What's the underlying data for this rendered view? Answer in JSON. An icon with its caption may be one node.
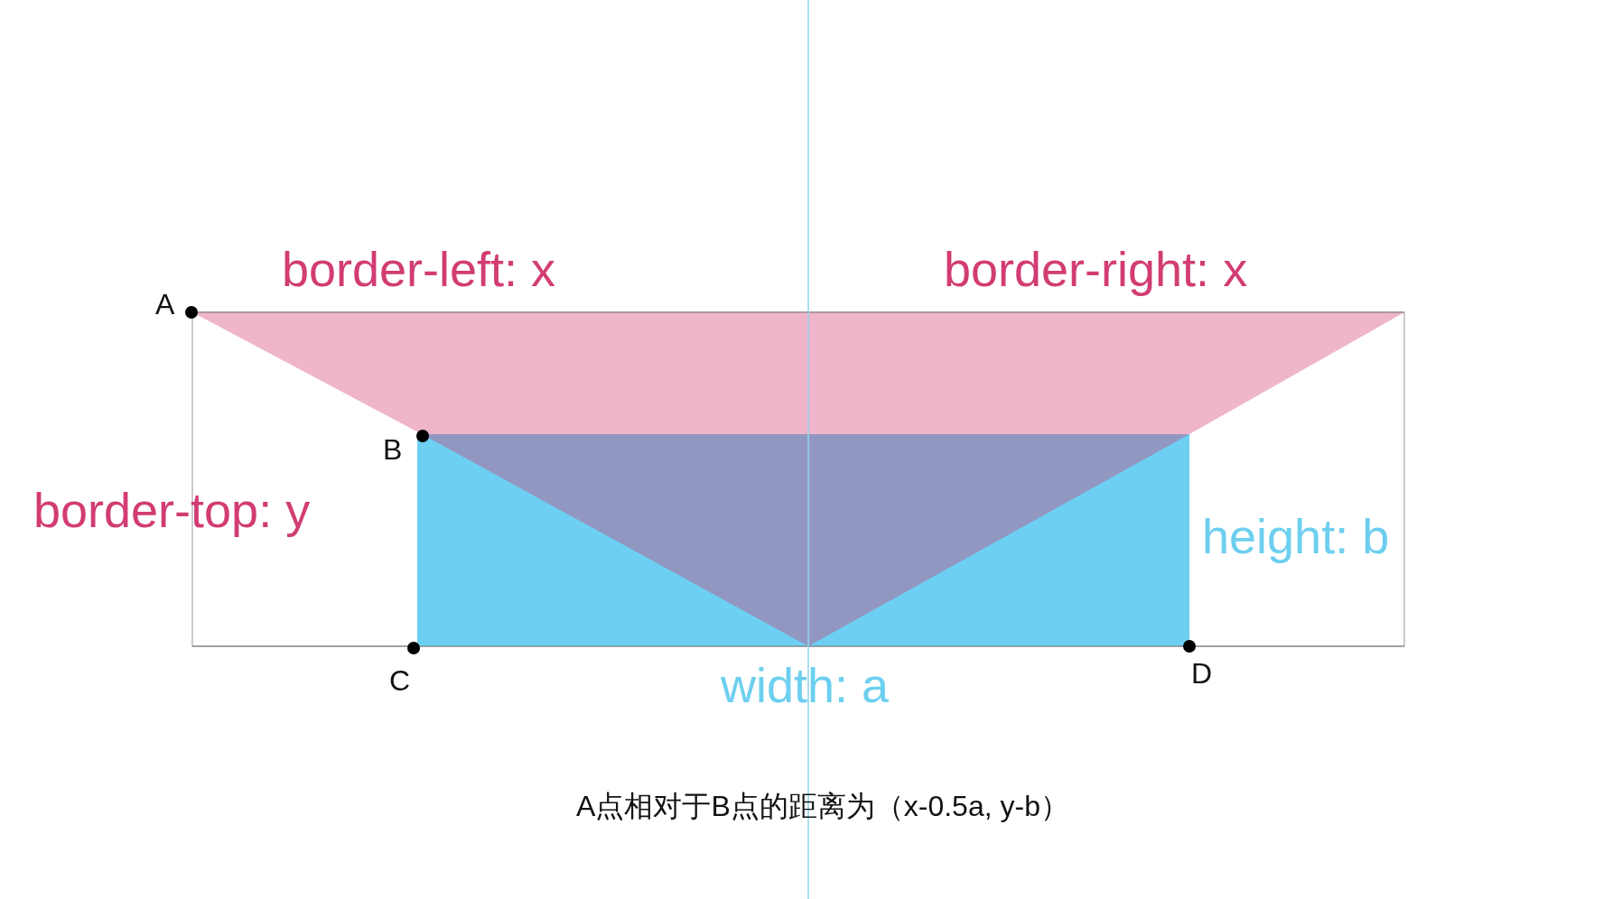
{
  "diagram": {
    "caption": "A点相对于B点的距离为（x-0.5a, y-b）",
    "labels": [
      "border-left: x",
      "border-right: x",
      "A",
      "B",
      "border-top: y",
      "height: b",
      "C",
      "width: a",
      "D"
    ]
  }
}
